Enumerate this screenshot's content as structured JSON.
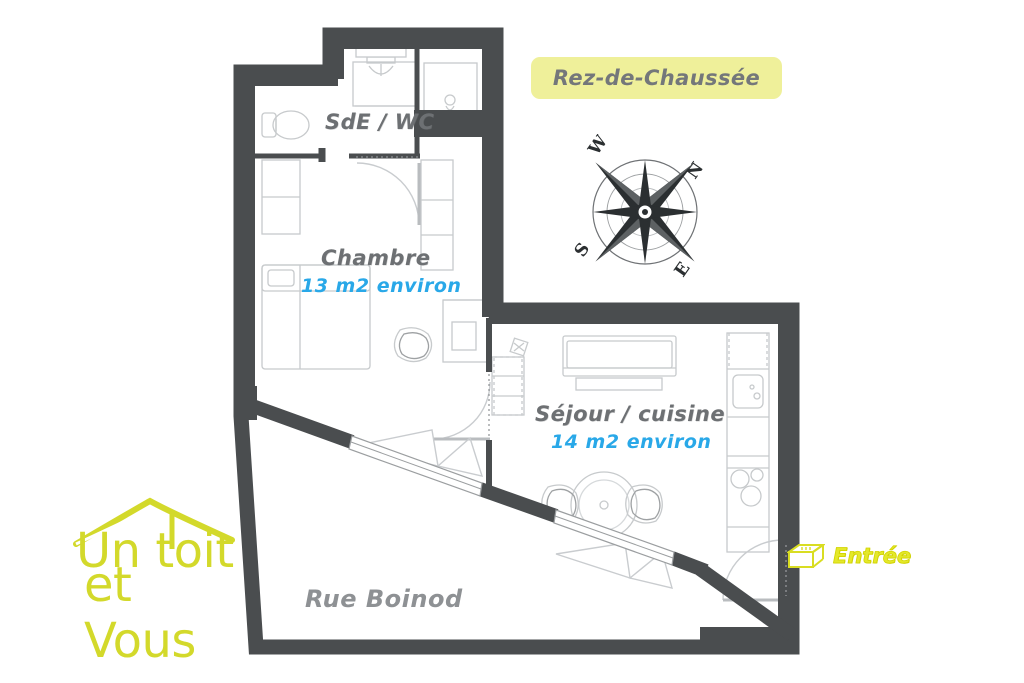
{
  "document": {
    "type": "floor-plan",
    "floor_badge": "Rez-de-Chaussée",
    "street_label": "Rue Boinod",
    "entrance_label": "Entrée"
  },
  "rooms": [
    {
      "id": "sde-wc",
      "name": "SdE / WC",
      "area": ""
    },
    {
      "id": "chambre",
      "name": "Chambre",
      "area": "13 m2 environ"
    },
    {
      "id": "sejour-cuisine",
      "name": "Séjour / cuisine",
      "area": "14 m2 environ"
    }
  ],
  "compass": {
    "labels": {
      "w": "W",
      "n": "N",
      "s": "S",
      "e": "E"
    }
  },
  "logo": {
    "line1": "Un toit",
    "line2": "et Vous"
  },
  "colors": {
    "wall": "#4a4d4f",
    "wall_light": "#5e6163",
    "badge_bg": "#eff09a",
    "room_name": "#6d7073",
    "area_blue": "#29a8e8",
    "street_gray": "#8e9194",
    "logo_yellow": "#d3d92b",
    "entrance_yellow": "#e4e82a",
    "furniture": "#c7cacc",
    "background": "#ffffff"
  }
}
